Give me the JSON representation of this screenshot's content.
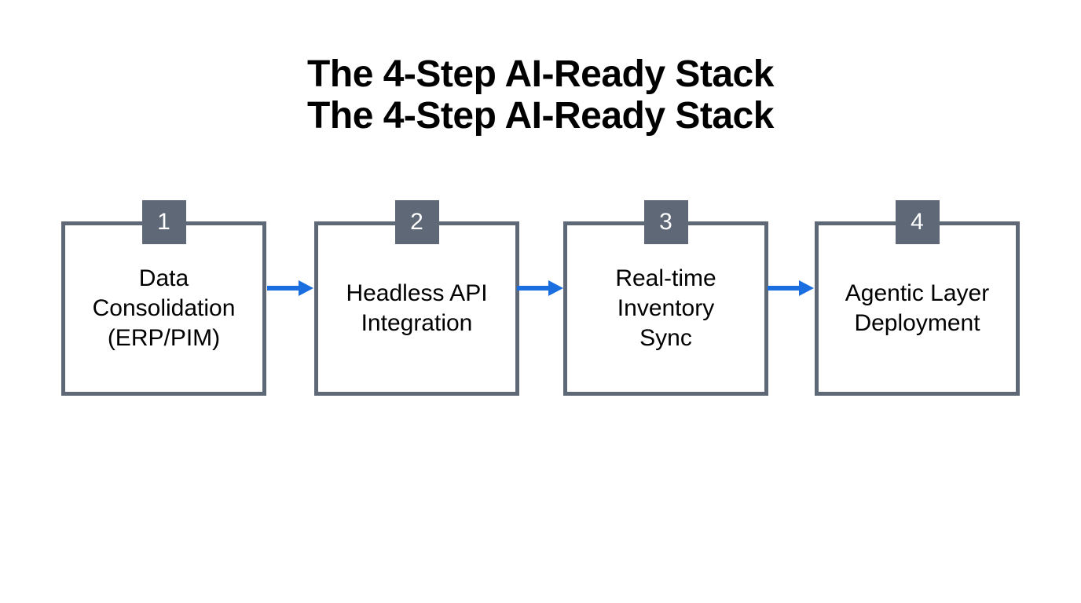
{
  "title": {
    "line1": "The 4-Step AI-Ready Stack",
    "line2": "The 4-Step AI-Ready Stack"
  },
  "colors": {
    "background": "#ffffff",
    "box_border": "#5e6877",
    "badge_fill": "#5e6877",
    "badge_text": "#ffffff",
    "arrow": "#1a6ee0",
    "text": "#000000"
  },
  "flow": {
    "steps": [
      {
        "number": "1",
        "label": "Data\nConsolidation\n(ERP/PIM)"
      },
      {
        "number": "2",
        "label": "Headless API\nIntegration"
      },
      {
        "number": "3",
        "label": "Real-time\nInventory\nSync"
      },
      {
        "number": "4",
        "label": "Agentic Layer\nDeployment"
      }
    ],
    "connectors": [
      {
        "from": "1",
        "to": "2",
        "icon": "arrow-right-icon"
      },
      {
        "from": "2",
        "to": "3",
        "icon": "arrow-right-icon"
      },
      {
        "from": "3",
        "to": "4",
        "icon": "arrow-right-icon"
      }
    ]
  },
  "chart_data": {
    "type": "diagram",
    "subtype": "horizontal-process-flow",
    "title": "The 4-Step AI-Ready Stack",
    "node_count": 4,
    "nodes": [
      {
        "index": 1,
        "badge": "1",
        "text": "Data Consolidation (ERP/PIM)"
      },
      {
        "index": 2,
        "badge": "2",
        "text": "Headless API Integration"
      },
      {
        "index": 3,
        "badge": "3",
        "text": "Real-time Inventory Sync"
      },
      {
        "index": 4,
        "badge": "4",
        "text": "Agentic Layer Deployment"
      }
    ],
    "edges": [
      {
        "source": 1,
        "target": 2,
        "style": "solid-arrow"
      },
      {
        "source": 2,
        "target": 3,
        "style": "solid-arrow"
      },
      {
        "source": 3,
        "target": 4,
        "style": "solid-arrow"
      }
    ],
    "direction": "left-to-right",
    "legend": []
  }
}
